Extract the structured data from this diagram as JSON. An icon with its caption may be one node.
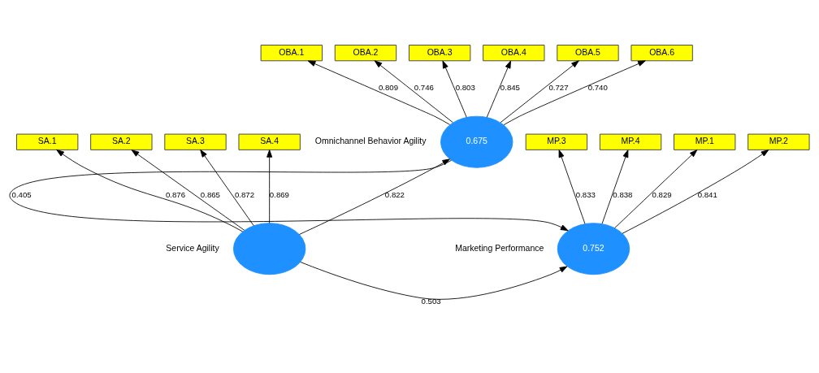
{
  "diagram": {
    "nodes": [
      {
        "text": [
          "OBA.1"
        ]
      },
      {
        "text": [
          "OBA.2"
        ]
      },
      {
        "text": [
          "OBA.3"
        ]
      },
      {
        "text": [
          "OBA.4"
        ]
      },
      {
        "text": [
          "OBA.5"
        ]
      },
      {
        "text": [
          "OBA.6"
        ]
      },
      {
        "text": [
          "0.675"
        ],
        "beside": [
          "Omnichannel Behavior Agility"
        ]
      },
      {
        "text": [
          "SA.1"
        ]
      },
      {
        "text": [
          "SA.2"
        ]
      },
      {
        "text": [
          "SA.3"
        ]
      },
      {
        "text": [
          "SA.4"
        ]
      },
      {
        "text": [],
        "shape": "circle",
        "beside": [
          "Service Agility"
        ]
      },
      {
        "text": [
          "0.752"
        ],
        "beside": [
          "Marketing Performance"
        ]
      },
      {
        "text": [
          "MP.1"
        ]
      },
      {
        "text": [
          "MP.2"
        ]
      },
      {
        "text": [
          "MP.3"
        ]
      },
      {
        "text": [
          "MP.4"
        ]
      }
    ],
    "edges": [
      {
        "from": 6,
        "to": 0,
        "arrow": "to",
        "label": "0.809"
      },
      {
        "from": 6,
        "to": 1,
        "arrow": "to",
        "label": "0.746"
      },
      {
        "from": 6,
        "to": 2,
        "arrow": "to",
        "label": "0.803"
      },
      {
        "from": 6,
        "to": 3,
        "arrow": "to",
        "label": "0.845"
      },
      {
        "from": 6,
        "to": 4,
        "arrow": "to",
        "label": "0.727"
      },
      {
        "from": 6,
        "to": 5,
        "arrow": "to",
        "label": "0.740"
      },
      {
        "from": 11,
        "to": 6,
        "arrow": "to",
        "label": "0.822"
      },
      {
        "from": 6,
        "to": 12,
        "arrow": "to",
        "label": "0.405"
      },
      {
        "from": 11,
        "to": 7,
        "arrow": "to",
        "label": "0.876"
      },
      {
        "from": 11,
        "to": 8,
        "arrow": "to",
        "label": "0.865"
      },
      {
        "from": 11,
        "to": 9,
        "arrow": "to",
        "label": "0.872"
      },
      {
        "from": 11,
        "to": 10,
        "arrow": "to",
        "label": "0.869"
      },
      {
        "from": 11,
        "to": 12,
        "arrow": "to",
        "label": "0.503"
      },
      {
        "from": 12,
        "to": 13,
        "arrow": "to",
        "label": "0.829"
      },
      {
        "from": 12,
        "to": 14,
        "arrow": "to",
        "label": "0.841"
      },
      {
        "from": 12,
        "to": 15,
        "arrow": "to",
        "label": "0.833"
      },
      {
        "from": 12,
        "to": 16,
        "arrow": "to",
        "label": "0.838"
      }
    ]
  }
}
